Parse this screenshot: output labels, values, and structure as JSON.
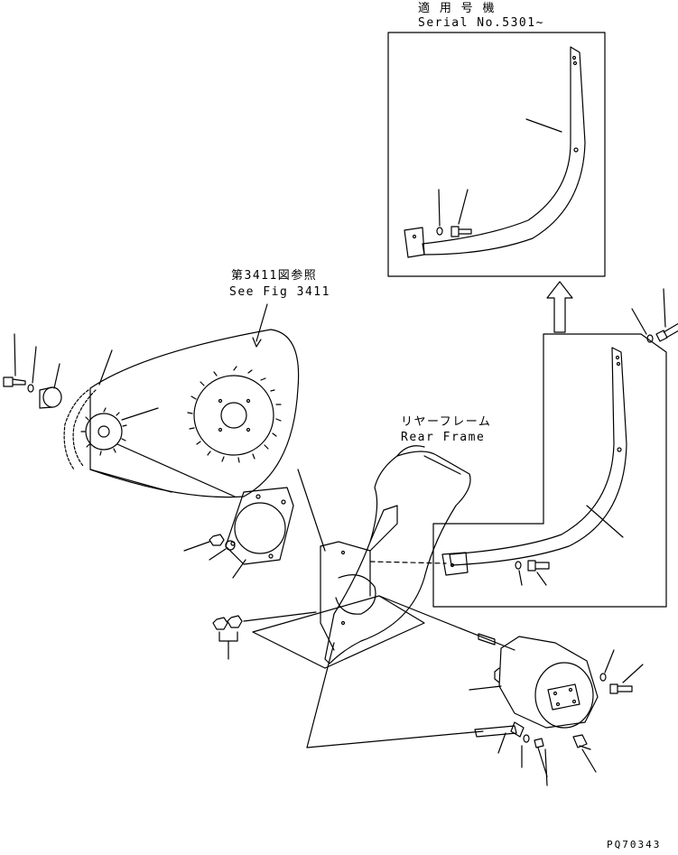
{
  "inset": {
    "heading_jp": "適 用 号 機",
    "heading_en": "Serial No.5301~"
  },
  "reference": {
    "label_jp": "第3411図参照",
    "label_en": "See Fig 3411"
  },
  "frame": {
    "label_jp": "リヤーフレーム",
    "label_en": "Rear Frame"
  },
  "drawing_code": "PQ70343",
  "colors": {
    "ink": "#000000",
    "paper": "#ffffff"
  }
}
